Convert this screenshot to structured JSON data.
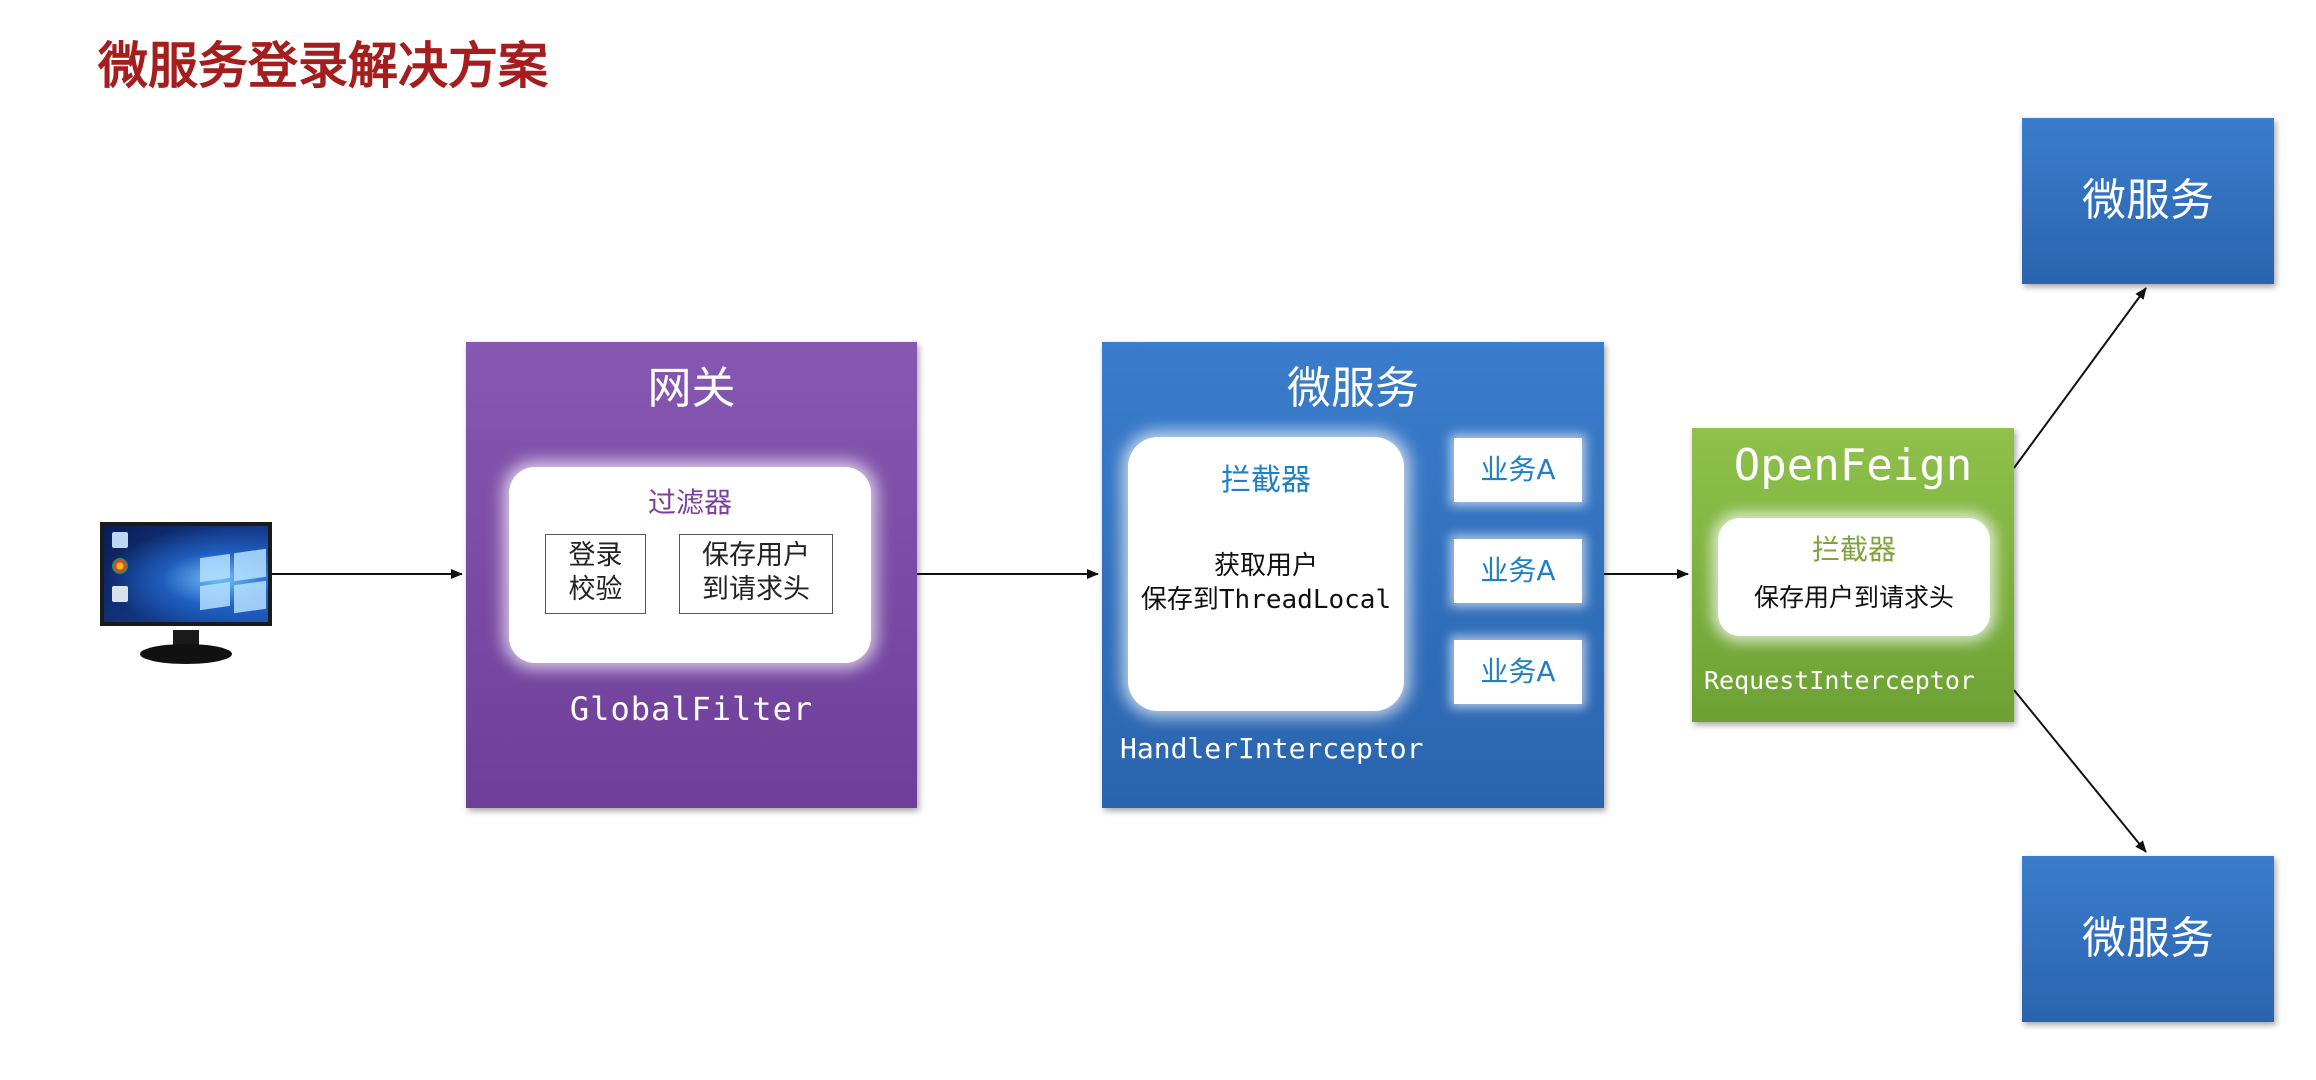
{
  "title": "微服务登录解决方案",
  "gateway": {
    "title": "网关",
    "filter": {
      "title": "过滤器",
      "box1": [
        "登录",
        "校验"
      ],
      "box2": [
        "保存用户",
        "到请求头"
      ]
    },
    "footer": "GlobalFilter"
  },
  "microservice": {
    "title": "微服务",
    "interceptor": {
      "title": "拦截器",
      "line1": "获取用户",
      "line2": "保存到ThreadLocal"
    },
    "businesses": [
      "业务A",
      "业务A",
      "业务A"
    ],
    "footer": "HandlerInterceptor"
  },
  "openfeign": {
    "title": "OpenFeign",
    "interceptor": {
      "title": "拦截器",
      "body": "保存用户到请求头"
    },
    "footer": "RequestInterceptor"
  },
  "services": {
    "top": "微服务",
    "bottom": "微服务"
  },
  "icons": {
    "client": "computer-monitor-icon"
  },
  "colors": {
    "title": "#a51d1d",
    "gateway": "#7b4ea8",
    "microservice": "#2f6fbd",
    "openfeign": "#7eb13f"
  }
}
